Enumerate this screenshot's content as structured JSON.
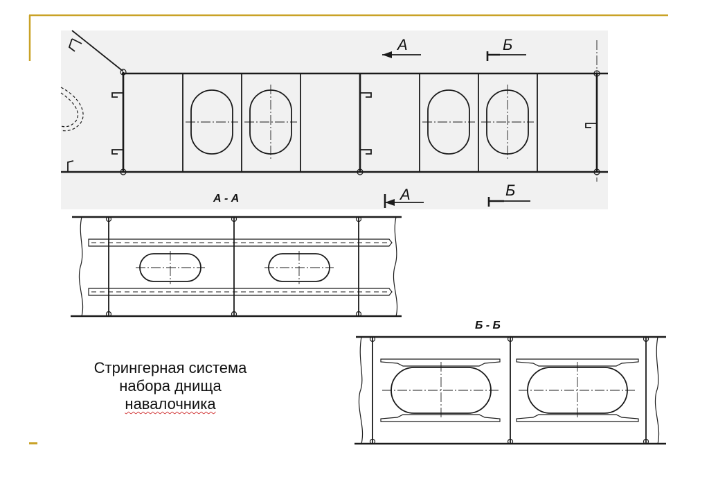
{
  "slide": {
    "caption_lines": [
      "Стрингерная система",
      "набора днища",
      "навалочника"
    ],
    "accent_color": "#c9a227"
  },
  "side_view": {
    "cut_a_top": "А",
    "cut_b_top": "Б",
    "cut_a_bottom": "А",
    "cut_b_bottom": "Б"
  },
  "section_aa": {
    "title": "А - А"
  },
  "section_bb": {
    "title": "Б - Б"
  }
}
